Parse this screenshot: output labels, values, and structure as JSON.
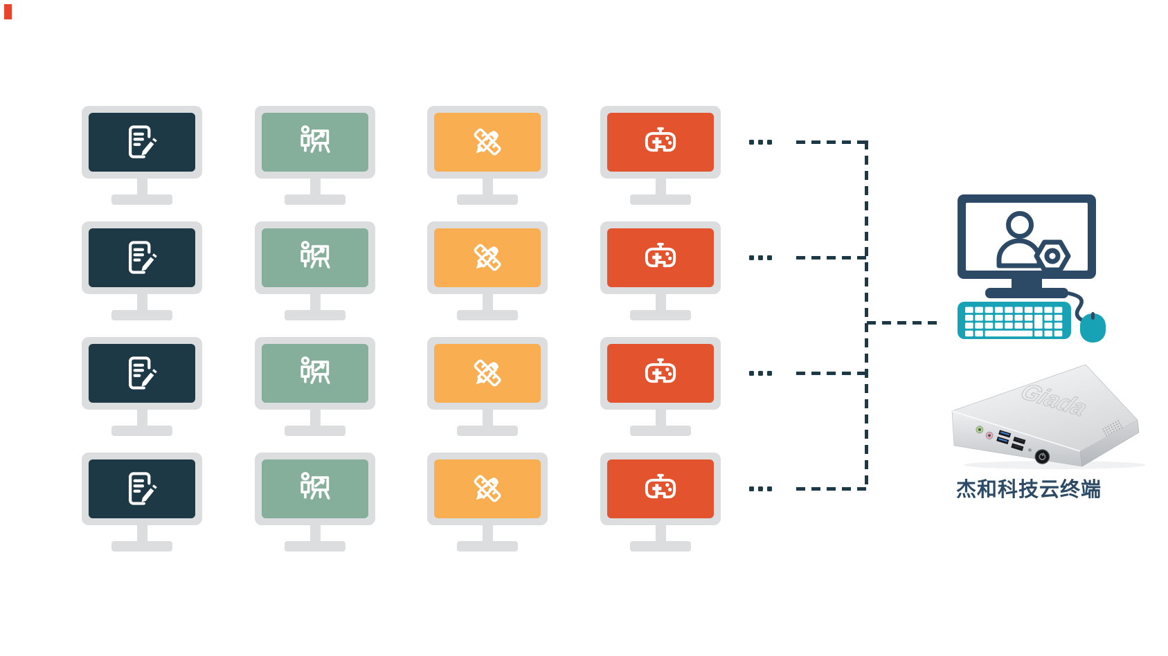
{
  "page": {
    "background": "#ffffff"
  },
  "corner_marker": {
    "color": "#e8452c"
  },
  "client_grid": {
    "rows": 4,
    "ellipsis": "...",
    "monitor_frame_color": "#dbdddf",
    "columns": [
      {
        "name": "documents",
        "icon": "document-edit-icon",
        "screen_color": "#1c3945"
      },
      {
        "name": "presentation",
        "icon": "presentation-chart-icon",
        "screen_color": "#85af9b"
      },
      {
        "name": "design",
        "icon": "ruler-pencil-icon",
        "screen_color": "#f9ae51"
      },
      {
        "name": "gaming",
        "icon": "gamepad-icon",
        "screen_color": "#e3532e"
      }
    ]
  },
  "connectors": {
    "color": "#1c3945",
    "style": "dashed"
  },
  "host": {
    "label": "杰和科技云终端",
    "label_color": "#2c4a66",
    "workstation": {
      "monitor_color": "#2c4a66",
      "screen_icon": "user-gear-icon",
      "keyboard_color": "#17a2b6",
      "mouse_color": "#17a2b6"
    },
    "device": {
      "logo": "Giada"
    }
  }
}
